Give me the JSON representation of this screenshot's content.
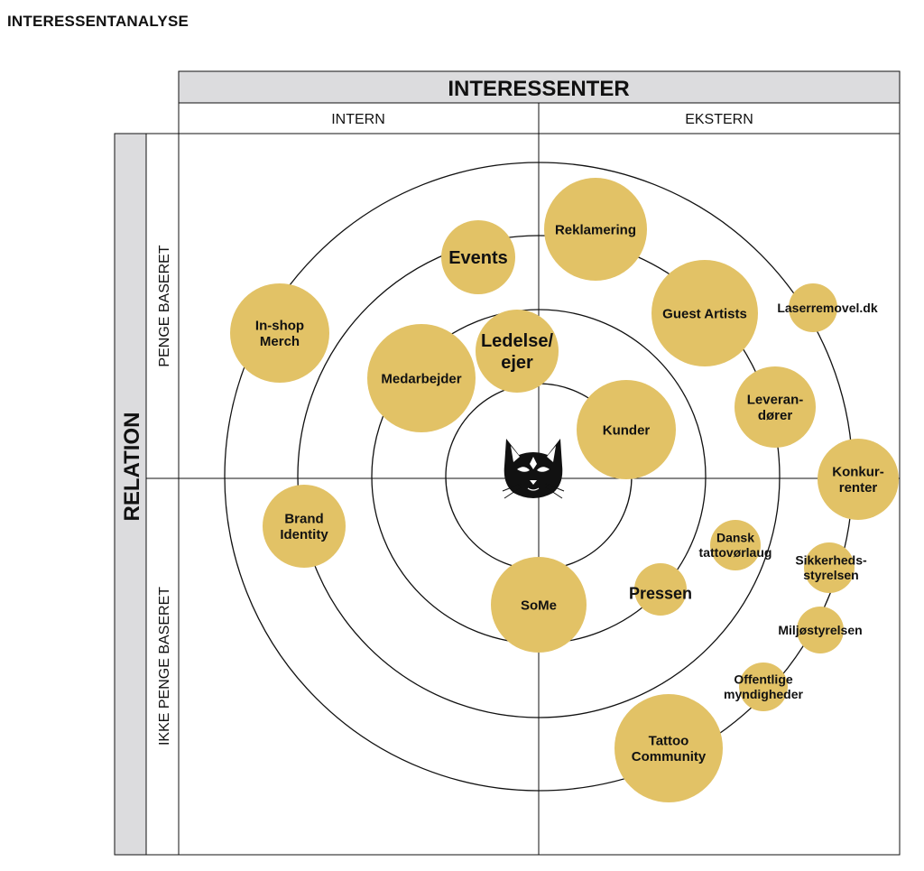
{
  "page_title": "INTERESSENTANALYSE",
  "headers": {
    "top": "INTERESSENTER",
    "intern": "INTERN",
    "ekstern": "EKSTERN",
    "side": "RELATION",
    "money": "PENGE BASERET",
    "non_money": "IKKE PENGE BASERET"
  },
  "center_icon": "black-cat-icon",
  "colors": {
    "bubble": "#e2c266",
    "header_fill": "#dcdcde",
    "line": "#111111"
  },
  "stakeholders": [
    {
      "id": "in-shop-merch",
      "lines": [
        "In-shop",
        "Merch"
      ]
    },
    {
      "id": "events",
      "lines": [
        "Events"
      ]
    },
    {
      "id": "reklamering",
      "lines": [
        "Reklamering"
      ]
    },
    {
      "id": "guest-artists",
      "lines": [
        "Guest Artists"
      ]
    },
    {
      "id": "laserremovel",
      "lines": [
        "Laserremovel.dk"
      ]
    },
    {
      "id": "ledelse-ejer",
      "lines": [
        "Ledelse/",
        "ejer"
      ]
    },
    {
      "id": "medarbejder",
      "lines": [
        "Medarbejder"
      ]
    },
    {
      "id": "kunder",
      "lines": [
        "Kunder"
      ]
    },
    {
      "id": "leverandorer",
      "lines": [
        "Leveran-",
        "dører"
      ]
    },
    {
      "id": "konkurrenter",
      "lines": [
        "Konkur-",
        "renter"
      ]
    },
    {
      "id": "brand-identity",
      "lines": [
        "Brand",
        "Identity"
      ]
    },
    {
      "id": "dansk-tattovorlaug",
      "lines": [
        "Dansk",
        "tattovørlaug"
      ]
    },
    {
      "id": "sikkerhedsstyrelsen",
      "lines": [
        "Sikkerheds-",
        "styrelsen"
      ]
    },
    {
      "id": "pressen",
      "lines": [
        "Pressen"
      ]
    },
    {
      "id": "some",
      "lines": [
        "SoMe"
      ]
    },
    {
      "id": "miljostyrelsen",
      "lines": [
        "Miljøstyrelsen"
      ]
    },
    {
      "id": "offentlige-myndigheder",
      "lines": [
        "Offentlige",
        "myndigheder"
      ]
    },
    {
      "id": "tattoo-community",
      "lines": [
        "Tattoo",
        "Community"
      ]
    }
  ]
}
